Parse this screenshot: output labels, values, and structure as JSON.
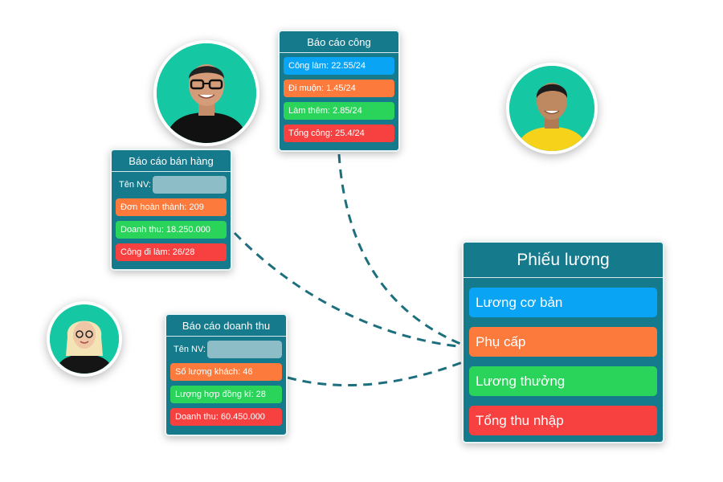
{
  "cards": {
    "attendance": {
      "title": "Báo cáo công",
      "rows": [
        "Công làm: 22.55/24",
        "Đi muộn: 1.45/24",
        "Làm thêm: 2.85/24",
        "Tổng công: 25.4/24"
      ]
    },
    "sales": {
      "title": "Báo cáo bán hàng",
      "name_label": "Tên NV:",
      "rows": [
        "Đơn hoàn thành: 209",
        "Doanh thu: 18.250.000",
        "Công đi làm: 26/28"
      ]
    },
    "revenue": {
      "title": "Báo cáo doanh thu",
      "name_label": "Tên NV:",
      "rows": [
        "Số lượng khách: 46",
        "Lượng hợp đồng kí: 28",
        "Doanh thu: 60.450.000"
      ]
    },
    "payslip": {
      "title": "Phiếu lương",
      "rows": [
        "Lương cơ bản",
        "Phụ cấp",
        "Lương thưởng",
        "Tổng thu nhập"
      ]
    }
  },
  "colors": {
    "card_bg": "#157a8c",
    "blue": "#0aa4f5",
    "orange": "#fb7a3c",
    "green": "#2ad45a",
    "red": "#f64140",
    "connector": "#1d6f7e",
    "avatar_bg": "#16c7a3"
  },
  "avatars": [
    "person-glasses-avatar",
    "person-yellow-shirt-avatar",
    "person-blonde-avatar"
  ]
}
